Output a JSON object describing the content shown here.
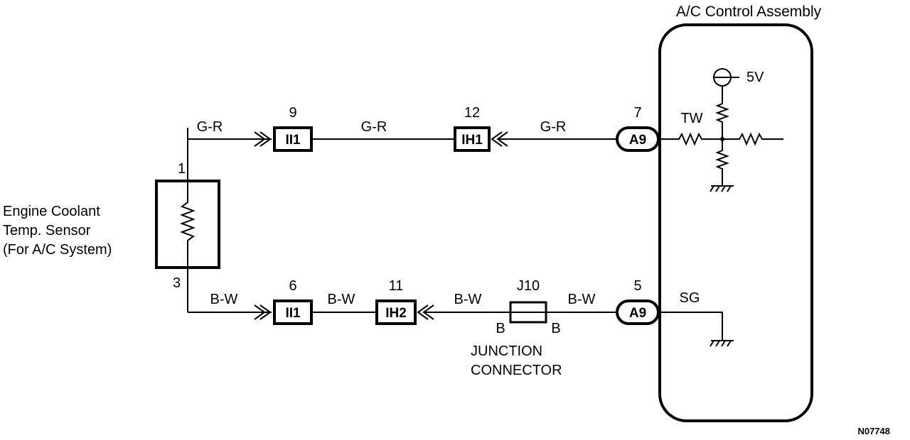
{
  "assembly": {
    "title": "A/C Control Assembly"
  },
  "sensor": {
    "line1": "Engine Coolant",
    "line2": "Temp. Sensor",
    "line3": "(For A/C System)",
    "pin_top": "1",
    "pin_bottom": "3"
  },
  "top_wire": {
    "color1": "G-R",
    "color2": "G-R",
    "color3": "G-R",
    "conn1": {
      "pin": "9",
      "label": "II1"
    },
    "conn2": {
      "pin": "12",
      "label": "IH1"
    },
    "conn3": {
      "pin": "7",
      "label": "A9"
    },
    "signal": "TW",
    "voltage": "5V"
  },
  "bottom_wire": {
    "color1": "B-W",
    "color2": "B-W",
    "color3": "B-W",
    "color4": "B-W",
    "conn1": {
      "pin": "6",
      "label": "II1"
    },
    "conn2": {
      "pin": "11",
      "label": "IH2"
    },
    "junction": {
      "label": "J10",
      "left_pin": "B",
      "right_pin": "B"
    },
    "conn3": {
      "pin": "5",
      "label": "A9"
    },
    "signal": "SG"
  },
  "junction_caption": {
    "line1": "JUNCTION",
    "line2": "CONNECTOR"
  },
  "figure_code": "N07748"
}
